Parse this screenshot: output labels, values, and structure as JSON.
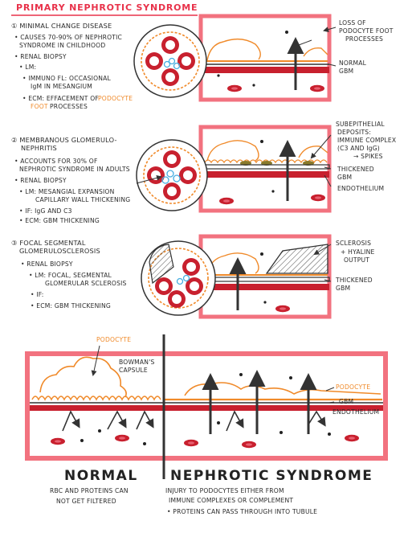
{
  "title": "PRIMARY NEPHROTIC SYNDROME",
  "mcd": {
    "heading": "① MINIMAL CHANGE DISEASE",
    "bullet1_l1": "• CAUSES 70-90% OF NEPHROTIC",
    "bullet1_l2": "SYNDROME IN CHILDHOOD",
    "biopsy": "• RENAL BIOPSY",
    "lm": "• LM:",
    "if_l1": "• IMMUNO FL: OCCASIONAL",
    "if_l2": "IgM IN MESANGIUM",
    "ecm_l1": "• ECM: EFFACEMENT OF",
    "ecm_podocyte": "PODOCYTE",
    "ecm_foot": "FOOT",
    "ecm_processes": "PROCESSES",
    "label_loss_l1": "LOSS OF",
    "label_loss_l2": "PODOCYTE FOOT",
    "label_loss_l3": "PROCESSES",
    "label_normal_l1": "NORMAL",
    "label_normal_l2": "GBM"
  },
  "mgn": {
    "heading_l1": "② MEMBRANOUS GLOMERULO-",
    "heading_l2": "NEPHRITIS",
    "bullet1_l1": "• ACCOUNTS FOR 30% OF",
    "bullet1_l2": "NEPHROTIC SYNDROME IN ADULTS",
    "biopsy": "• RENAL BIOPSY",
    "lm_l1": "• LM: MESANGIAL EXPANSION",
    "lm_l2": "CAPILLARY WALL THICKENING",
    "if": "• IF: IgG AND C3",
    "ecm": "• ECM: GBM THICKENING",
    "label_sub_l1": "SUBEPITHELIAL",
    "label_sub_l2": "DEPOSITS:",
    "label_sub_l3": "IMMUNE COMPLEX",
    "label_sub_l4": "(C3 AND IgG)",
    "label_sub_l5": "→ SPIKES",
    "label_thick_l1": "THICKENED",
    "label_thick_l2": "GBM",
    "label_endo": "ENDOTHELIUM"
  },
  "fsgs": {
    "heading_l1": "③ FOCAL SEGMENTAL",
    "heading_l2": "GLOMERULOSCLEROSIS",
    "biopsy": "• RENAL BIOPSY",
    "lm_l1": "• LM: FOCAL, SEGMENTAL",
    "lm_l2": "GLOMERULAR SCLEROSIS",
    "if": "• IF:",
    "ecm": "• ECM: GBM THICKENING",
    "label_scl_l1": "SCLEROSIS",
    "label_scl_l2": "+ HYALINE",
    "label_scl_l3": "OUTPUT",
    "label_thick_l1": "THICKENED",
    "label_thick_l2": "GBM"
  },
  "bottom": {
    "label_podocyte_top": "PODOCYTE",
    "label_bowman_l1": "BOWMAN'S",
    "label_bowman_l2": "CAPSULE",
    "label_podocyte_right": "PODOCYTE",
    "label_gbm": "GBM",
    "label_endo": "ENDOTHELIUM",
    "normal_heading": "NORMAL",
    "normal_l1": "RBC AND PROTEINS CAN",
    "normal_l2": "NOT GET FILTERED",
    "nephrotic_heading": "NEPHROTIC SYNDROME",
    "nephrotic_l1": "INJURY TO PODOCYTES EITHER FROM",
    "nephrotic_l2": "IMMUNE COMPLEXES OR COMPLEMENT",
    "nephrotic_l3": "• PROTEINS CAN PASS THROUGH INTO TUBULE"
  },
  "colors": {
    "red_border": "#f2727f",
    "rbc": "#c8202e",
    "podocyte": "#f08a2a",
    "gbm": "#333333",
    "mesangial": "#48aee0",
    "deposit": "#8a7a2a",
    "title_red": "#e8324a"
  }
}
